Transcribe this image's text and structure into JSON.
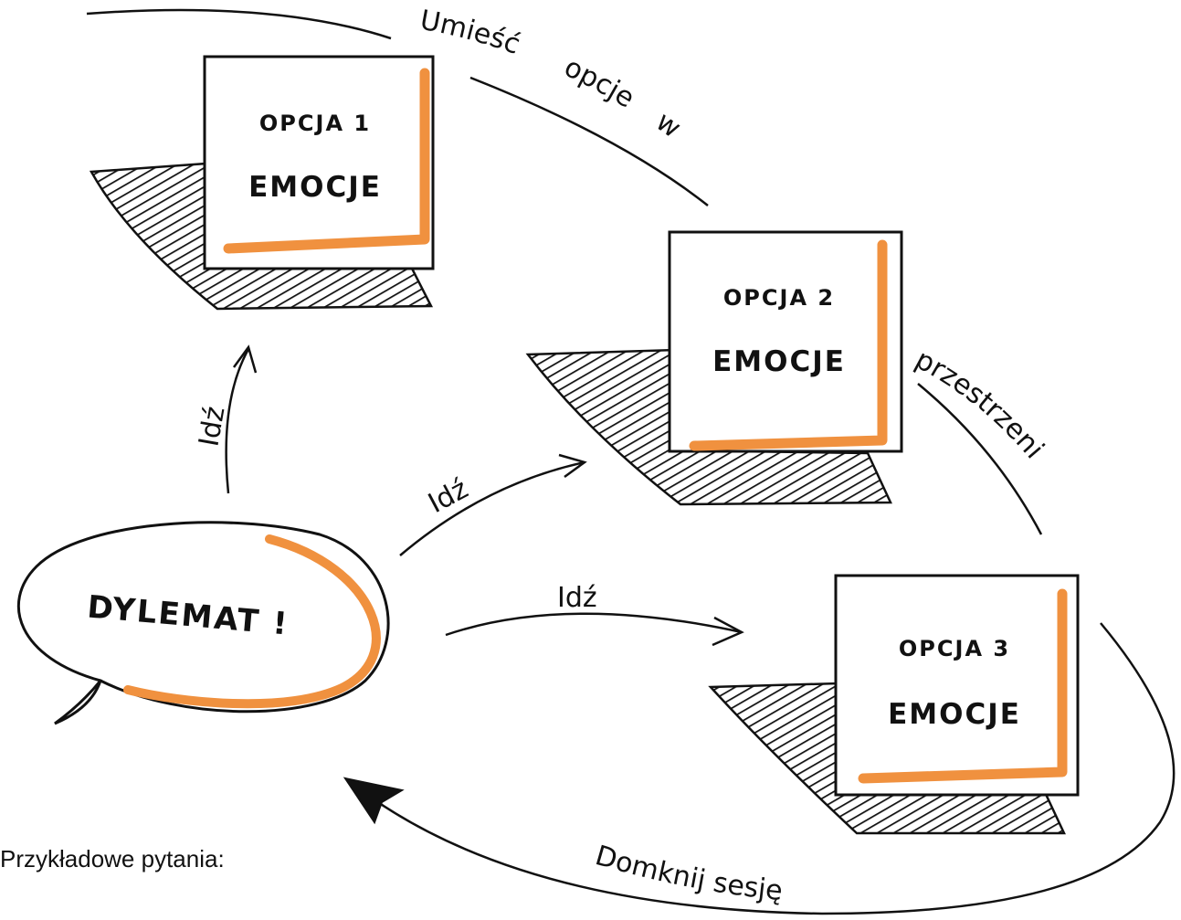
{
  "cards": [
    {
      "option": "OPCJA 1",
      "emotion": "EMOCJE"
    },
    {
      "option": "OPCJA 2",
      "emotion": "EMOCJE"
    },
    {
      "option": "OPCJA 3",
      "emotion": "EMOCJE"
    }
  ],
  "bubble": {
    "label": "DYLEMAT !"
  },
  "arrows": {
    "to_option1": "Idź",
    "to_option2": "Idź",
    "to_option3": "Idź",
    "back": "Domknij sesję"
  },
  "curved_text": {
    "place_1": "Umieść",
    "place_2": "opcje",
    "place_3": "w",
    "space": "przestrzeni"
  },
  "footer": {
    "label": "Przykładowe pytania:"
  },
  "colors": {
    "accent": "#F0913F",
    "ink": "#111111",
    "paper": "#ffffff"
  }
}
